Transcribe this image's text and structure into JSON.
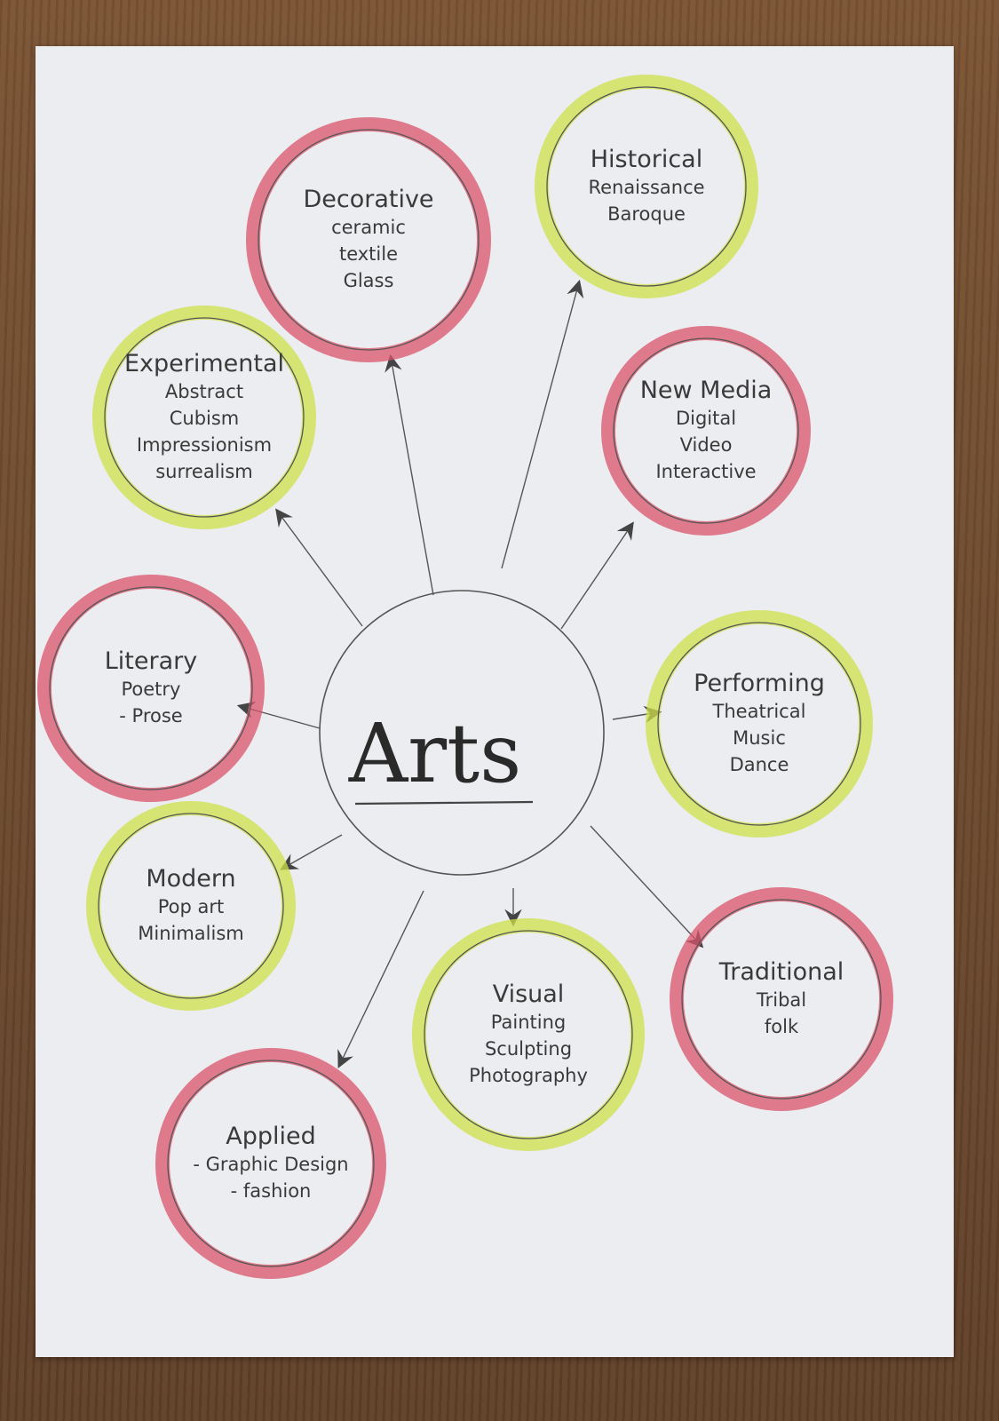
{
  "diagram": {
    "center": {
      "title": "Arts"
    },
    "nodes": [
      {
        "id": "decorative",
        "title": "Decorative",
        "items": [
          "ceramic",
          "textile",
          "Glass"
        ],
        "ring": "red"
      },
      {
        "id": "historical",
        "title": "Historical",
        "items": [
          "Renaissance",
          "Baroque"
        ],
        "ring": "yellow"
      },
      {
        "id": "experimental",
        "title": "Experimental",
        "items": [
          "Abstract",
          "Cubism",
          "Impressionism",
          "surrealism"
        ],
        "ring": "yellow"
      },
      {
        "id": "new-media",
        "title": "New Media",
        "items": [
          "Digital",
          "Video",
          "Interactive"
        ],
        "ring": "red"
      },
      {
        "id": "literary",
        "title": "Literary",
        "items": [
          "Poetry",
          "- Prose"
        ],
        "ring": "red"
      },
      {
        "id": "performing",
        "title": "Performing",
        "items": [
          "Theatrical",
          "Music",
          "Dance"
        ],
        "ring": "yellow"
      },
      {
        "id": "modern",
        "title": "Modern",
        "items": [
          "Pop art",
          "Minimalism"
        ],
        "ring": "yellow"
      },
      {
        "id": "visual",
        "title": "Visual",
        "items": [
          "Painting",
          "Sculpting",
          "Photography"
        ],
        "ring": "yellow"
      },
      {
        "id": "traditional",
        "title": "Traditional",
        "items": [
          "Tribal",
          "folk"
        ],
        "ring": "red"
      },
      {
        "id": "applied",
        "title": "Applied",
        "items": [
          "- Graphic Design",
          "- fashion"
        ],
        "ring": "red"
      }
    ]
  },
  "colors": {
    "red": "#d9536b",
    "yellow": "#cfe04a",
    "ink": "#3a3a3a",
    "paper": "#ecedf0"
  }
}
